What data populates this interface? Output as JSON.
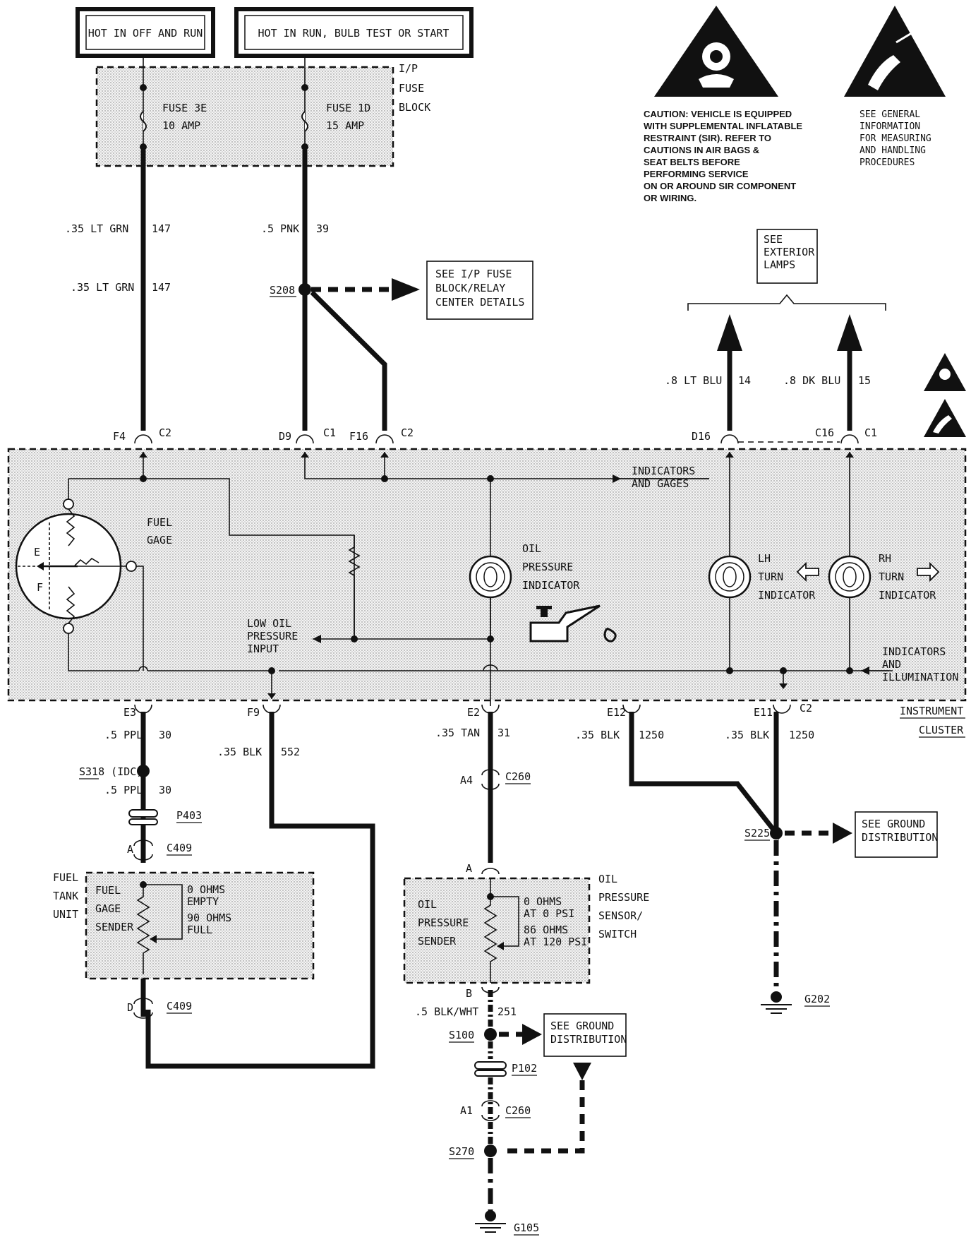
{
  "header_boxes": {
    "off_run": "HOT IN OFF AND RUN",
    "run_bulb": "HOT IN RUN, BULB TEST OR START"
  },
  "fuse_block": {
    "label_1": "I/P",
    "label_2": "FUSE",
    "label_3": "BLOCK",
    "fuse_3e": "FUSE 3E",
    "fuse_3e_amp": "10 AMP",
    "fuse_1d": "FUSE 1D",
    "fuse_1d_amp": "15 AMP"
  },
  "caution": {
    "lines": [
      "CAUTION: VEHICLE IS EQUIPPED",
      "WITH SUPPLEMENTAL INFLATABLE",
      "RESTRAINT (SIR). REFER TO",
      "CAUTIONS IN AIR BAGS &",
      "SEAT BELTS BEFORE",
      "PERFORMING SERVICE",
      "ON OR AROUND SIR COMPONENT",
      "OR WIRING."
    ]
  },
  "esd_note": {
    "lines": [
      "SEE GENERAL",
      "INFORMATION",
      "FOR MEASURING",
      "AND HANDLING",
      "PROCEDURES"
    ]
  },
  "wires": {
    "lt_grn": ".35 LT GRN",
    "lt_grn_circuit": "147",
    "pnk": ".5 PNK",
    "pnk_circuit": "39",
    "lt_blu": ".8 LT BLU",
    "lt_blu_circuit": "14",
    "dk_blu": ".8 DK BLU",
    "dk_blu_circuit": "15",
    "ppl_1": ".5 PPL",
    "ppl_1_circuit": "30",
    "ppl_2": ".5 PPL",
    "ppl_2_circuit": "30",
    "blk_552": ".35 BLK",
    "blk_552_circuit": "552",
    "tan": ".35 TAN",
    "tan_circuit": "31",
    "blk_e12": ".35 BLK",
    "blk_e12_circuit": "1250",
    "blk_e11": ".35 BLK",
    "blk_e11_circuit": "1250",
    "blk_wht": ".5 BLK/WHT",
    "blk_wht_circuit": "251"
  },
  "splices": {
    "s208": "S208",
    "s318": "S318 (IDC)",
    "s225": "S225",
    "s100": "S100",
    "s270": "S270"
  },
  "connectors": {
    "f4": "F4",
    "f4_c": "C2",
    "d9": "D9",
    "d9_c": "C1",
    "f16": "F16",
    "f16_c": "C2",
    "d16": "D16",
    "c16": "C16",
    "c16_c": "C1",
    "e3": "E3",
    "f9": "F9",
    "e2": "E2",
    "e12": "E12",
    "e11": "E11",
    "e11_c": "C2",
    "p403": "P403",
    "a_c409": "A",
    "c409_a": "C409",
    "d_c409": "D",
    "c409_d": "C409",
    "a4": "A4",
    "c260_a4": "C260",
    "oil_a": "A",
    "oil_b": "B",
    "p102": "P102",
    "a1": "A1",
    "c260_a1": "C260"
  },
  "notes": {
    "fuse_details": [
      "SEE I/P FUSE",
      "BLOCK/RELAY",
      "CENTER DETAILS"
    ],
    "exterior_lamps": [
      "SEE",
      "EXTERIOR",
      "LAMPS"
    ],
    "ground_dist_1": [
      "SEE GROUND",
      "DISTRIBUTION"
    ],
    "ground_dist_2": [
      "SEE GROUND",
      "DISTRIBUTION"
    ]
  },
  "cluster": {
    "fuel_gage_1": "FUEL",
    "fuel_gage_2": "GAGE",
    "gage_e": "E",
    "gage_f": "F",
    "indicators_gages_1": "INDICATORS",
    "indicators_gages_2": "AND GAGES",
    "oil_1": "OIL",
    "oil_2": "PRESSURE",
    "oil_3": "INDICATOR",
    "low_oil_1": "LOW OIL",
    "low_oil_2": "PRESSURE",
    "low_oil_3": "INPUT",
    "lh_1": "LH",
    "lh_2": "TURN",
    "lh_3": "INDICATOR",
    "rh_1": "RH",
    "rh_2": "TURN",
    "rh_3": "INDICATOR",
    "illum_1": "INDICATORS",
    "illum_2": "AND",
    "illum_3": "ILLUMINATION",
    "name_1": "INSTRUMENT",
    "name_2": "CLUSTER"
  },
  "fuel_tank": {
    "unit_1": "FUEL",
    "unit_2": "TANK",
    "unit_3": "UNIT",
    "sender_1": "FUEL",
    "sender_2": "GAGE",
    "sender_3": "SENDER",
    "spec_1": "0 OHMS",
    "spec_2": "EMPTY",
    "spec_3": "90 OHMS",
    "spec_4": "FULL"
  },
  "oil_sender": {
    "inner_1": "OIL",
    "inner_2": "PRESSURE",
    "inner_3": "SENDER",
    "spec_1": "0 OHMS",
    "spec_2": "AT 0 PSI",
    "spec_3": "86 OHMS",
    "spec_4": "AT 120 PSI",
    "outer_1": "OIL",
    "outer_2": "PRESSURE",
    "outer_3": "SENSOR/",
    "outer_4": "SWITCH"
  },
  "grounds": {
    "g202": "G202",
    "g105": "G105"
  }
}
